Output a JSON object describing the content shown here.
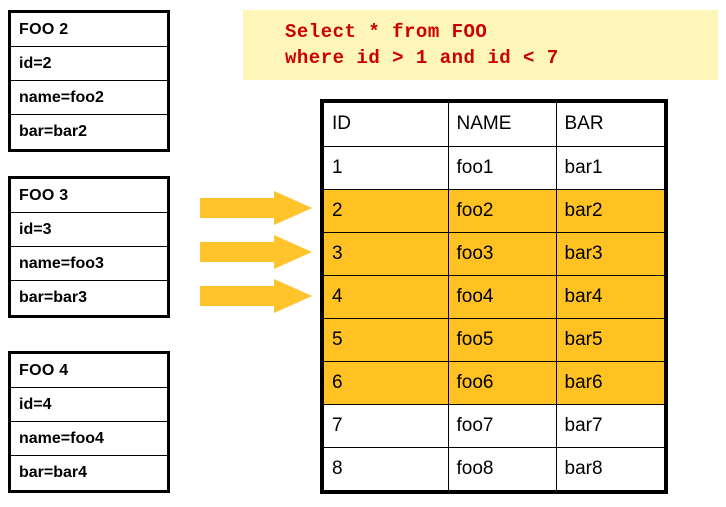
{
  "colors": {
    "highlight_row": "#FFC222",
    "arrow": "#FFC32B",
    "sql_background": "#FDF6B8",
    "sql_text": "#CC0000",
    "border": "#000000"
  },
  "entities": [
    {
      "title": "FOO 2",
      "fields": [
        "id=2",
        "name=foo2",
        "bar=bar2"
      ]
    },
    {
      "title": "FOO 3",
      "fields": [
        "id=3",
        "name=foo3",
        "bar=bar3"
      ]
    },
    {
      "title": "FOO 4",
      "fields": [
        "id=4",
        "name=foo4",
        "bar=bar4"
      ]
    }
  ],
  "arrows": [
    {
      "name": "flow-arrow-1"
    },
    {
      "name": "flow-arrow-2"
    },
    {
      "name": "flow-arrow-3"
    }
  ],
  "sql": {
    "line1": "Select * from FOO",
    "line2": "where id > 1 and id < 7"
  },
  "result_table": {
    "columns": [
      "ID",
      "NAME",
      "BAR"
    ],
    "rows": [
      {
        "cells": [
          "1",
          "foo1",
          "bar1"
        ],
        "highlighted": false
      },
      {
        "cells": [
          "2",
          "foo2",
          "bar2"
        ],
        "highlighted": true
      },
      {
        "cells": [
          "3",
          "foo3",
          "bar3"
        ],
        "highlighted": true
      },
      {
        "cells": [
          "4",
          "foo4",
          "bar4"
        ],
        "highlighted": true
      },
      {
        "cells": [
          "5",
          "foo5",
          "bar5"
        ],
        "highlighted": true
      },
      {
        "cells": [
          "6",
          "foo6",
          "bar6"
        ],
        "highlighted": true
      },
      {
        "cells": [
          "7",
          "foo7",
          "bar7"
        ],
        "highlighted": false
      },
      {
        "cells": [
          "8",
          "foo8",
          "bar8"
        ],
        "highlighted": false
      }
    ]
  }
}
